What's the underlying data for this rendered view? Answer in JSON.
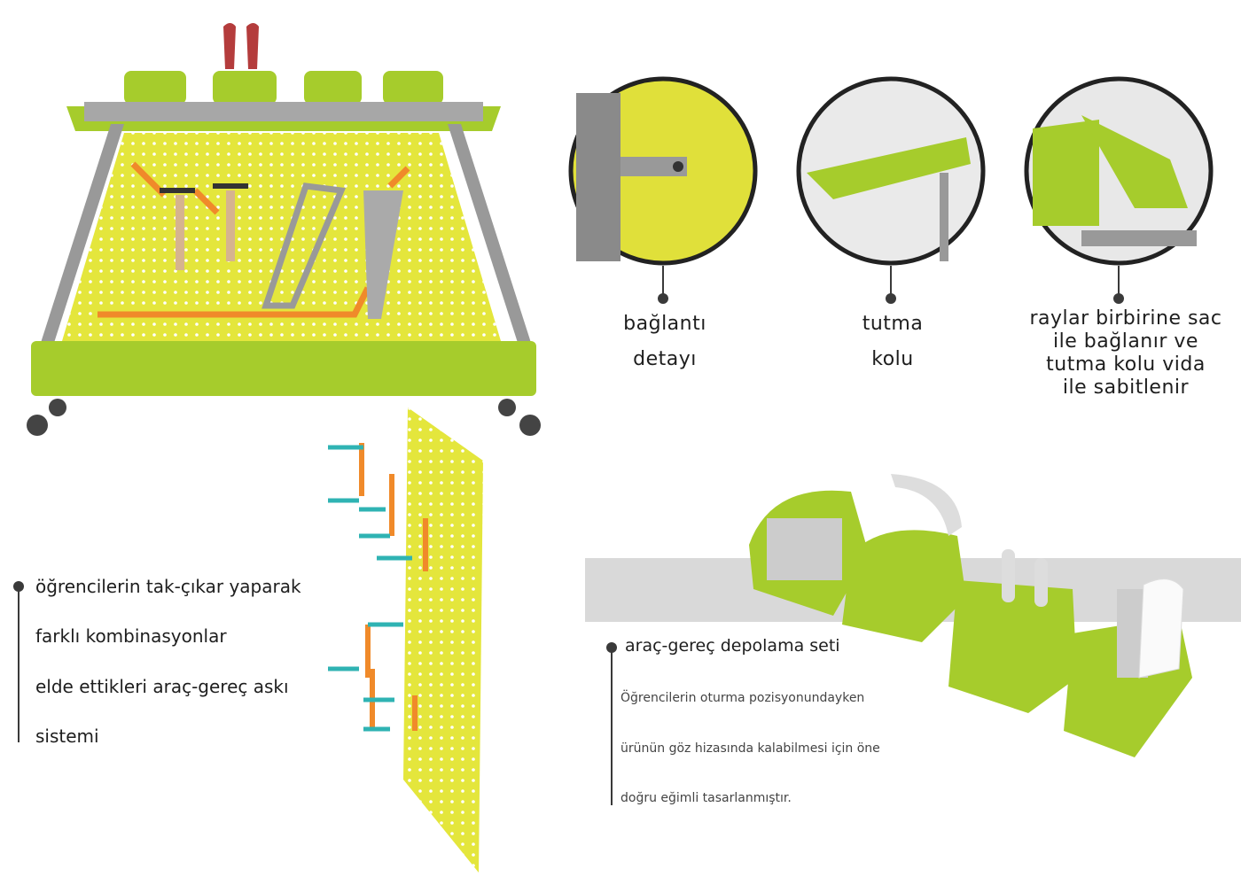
{
  "details": [
    {
      "lines": [
        "bağlantı",
        "detayı"
      ]
    },
    {
      "lines": [
        "tutma",
        "kolu"
      ]
    },
    {
      "lines": [
        "raylar birbirine sac",
        "ile bağlanır ve",
        "tutma kolu vida",
        "ile sabitlenir"
      ]
    }
  ],
  "pegboard_text": {
    "lines": [
      "öğrencilerin tak-çıkar yaparak",
      "farklı kombinasyonlar",
      "elde ettikleri araç-gereç askı",
      "sistemi"
    ]
  },
  "storage": {
    "title": "araç-gereç depolama seti",
    "body": [
      "Öğrencilerin oturma pozisyonundayken",
      "ürünün göz hizasında kalabilmesi için öne",
      "doğru eğimli tasarlanmıştır."
    ]
  },
  "colors": {
    "green": "#a6cc2c",
    "yellow": "#e6ea3a",
    "orange": "#f08a2a",
    "teal": "#2fb3b3",
    "gray": "#9a9a9a"
  }
}
